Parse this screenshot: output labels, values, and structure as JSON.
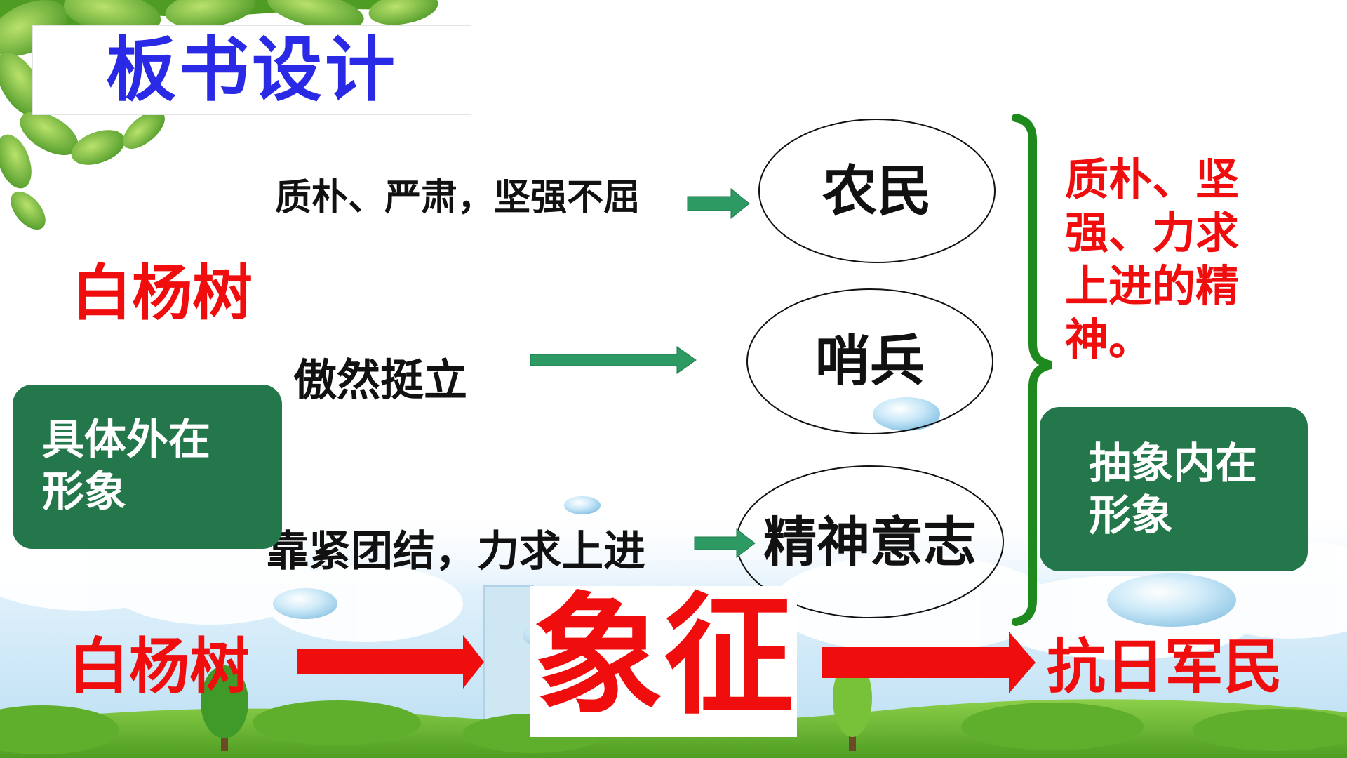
{
  "title": "板书设计",
  "left_label": "白杨树",
  "features": [
    {
      "text": "质朴、严肃，坚强不屈",
      "target": "农民"
    },
    {
      "text": "傲然挺立",
      "target": "哨兵"
    },
    {
      "text": "靠紧团结，力求上进",
      "target": "精神意志"
    }
  ],
  "concrete_box": {
    "line1": "具体外在",
    "line2": "形象"
  },
  "abstract_box": {
    "line1": "抽象内在",
    "line2": "形象"
  },
  "spirit_summary": {
    "line1": "质朴、坚",
    "line2": "强、力求",
    "line3": "上进的精",
    "line4": "神。"
  },
  "symbol_row": {
    "subject": "白杨树",
    "relation": "象征",
    "object": "抗日军民"
  },
  "colors": {
    "title_blue": "#2a2ae6",
    "red": "#ef0d0d",
    "box_green": "#23774a",
    "arrow_green": "#2e9a63",
    "brace_green": "#1e8a1e"
  }
}
